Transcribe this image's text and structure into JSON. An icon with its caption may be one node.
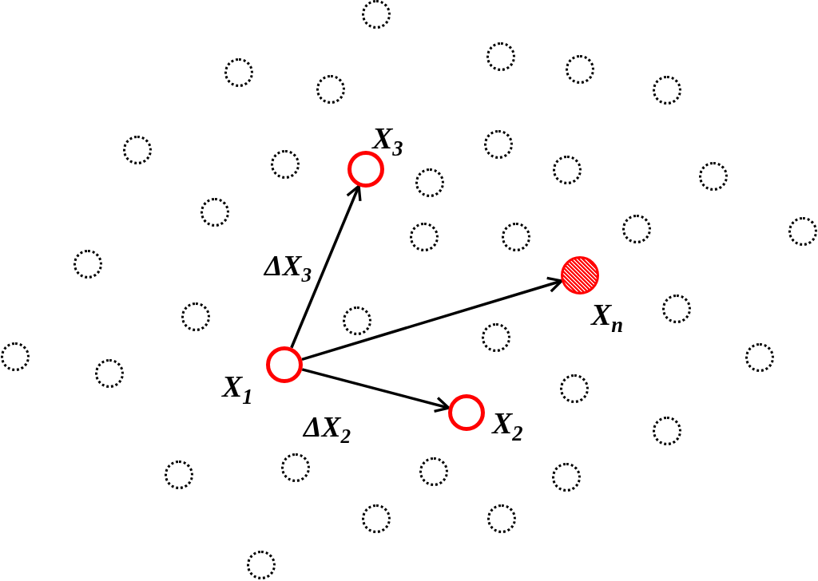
{
  "diagram": {
    "nodes": [
      {
        "text": [],
        "shape": "circle"
      },
      {
        "text": [],
        "shape": "circle"
      },
      {
        "text": [],
        "shape": "circle"
      },
      {
        "text": [],
        "shape": "circle"
      },
      {
        "text": [],
        "shape": "circle"
      },
      {
        "text": [],
        "shape": "circle"
      },
      {
        "text": [],
        "shape": "circle"
      },
      {
        "text": [],
        "shape": "circle"
      },
      {
        "text": [],
        "shape": "circle"
      },
      {
        "text": [
          "X$_{3}$"
        ]
      },
      {
        "text": [],
        "shape": "circle"
      },
      {
        "text": [],
        "shape": "circle"
      },
      {
        "text": [],
        "shape": "circle"
      },
      {
        "text": [],
        "shape": "circle"
      },
      {
        "text": [],
        "shape": "circle"
      },
      {
        "text": [],
        "shape": "circle"
      },
      {
        "text": [],
        "shape": "circle"
      },
      {
        "text": [],
        "shape": "circle"
      },
      {
        "text": [],
        "shape": "circle"
      },
      {
        "text": [
          "X$_{n}$"
        ]
      },
      {
        "text": [],
        "shape": "circle"
      },
      {
        "text": [],
        "shape": "circle"
      },
      {
        "text": [],
        "shape": "circle"
      },
      {
        "text": [],
        "shape": "circle"
      },
      {
        "text": [],
        "shape": "circle"
      },
      {
        "text": [],
        "shape": "circle"
      },
      {
        "text": [
          "X$_{1}$"
        ]
      },
      {
        "text": [],
        "shape": "circle"
      },
      {
        "text": [],
        "shape": "circle"
      },
      {
        "text": [
          "X$_{2}$"
        ]
      },
      {
        "text": [],
        "shape": "circle"
      },
      {
        "text": [],
        "shape": "circle"
      },
      {
        "text": [],
        "shape": "circle"
      },
      {
        "text": [],
        "shape": "circle"
      },
      {
        "text": [],
        "shape": "circle"
      },
      {
        "text": [],
        "shape": "circle"
      },
      {
        "text": [],
        "shape": "circle"
      },
      {
        "text": [],
        "shape": "circle"
      }
    ],
    "edges": [
      {
        "from": 26,
        "to": 9,
        "arrow": "to",
        "label": "ΔX$_{3}$"
      },
      {
        "from": 26,
        "to": 19,
        "arrow": "to"
      },
      {
        "from": 26,
        "to": 29,
        "arrow": "to",
        "label": "ΔX$_{2}$"
      }
    ]
  }
}
